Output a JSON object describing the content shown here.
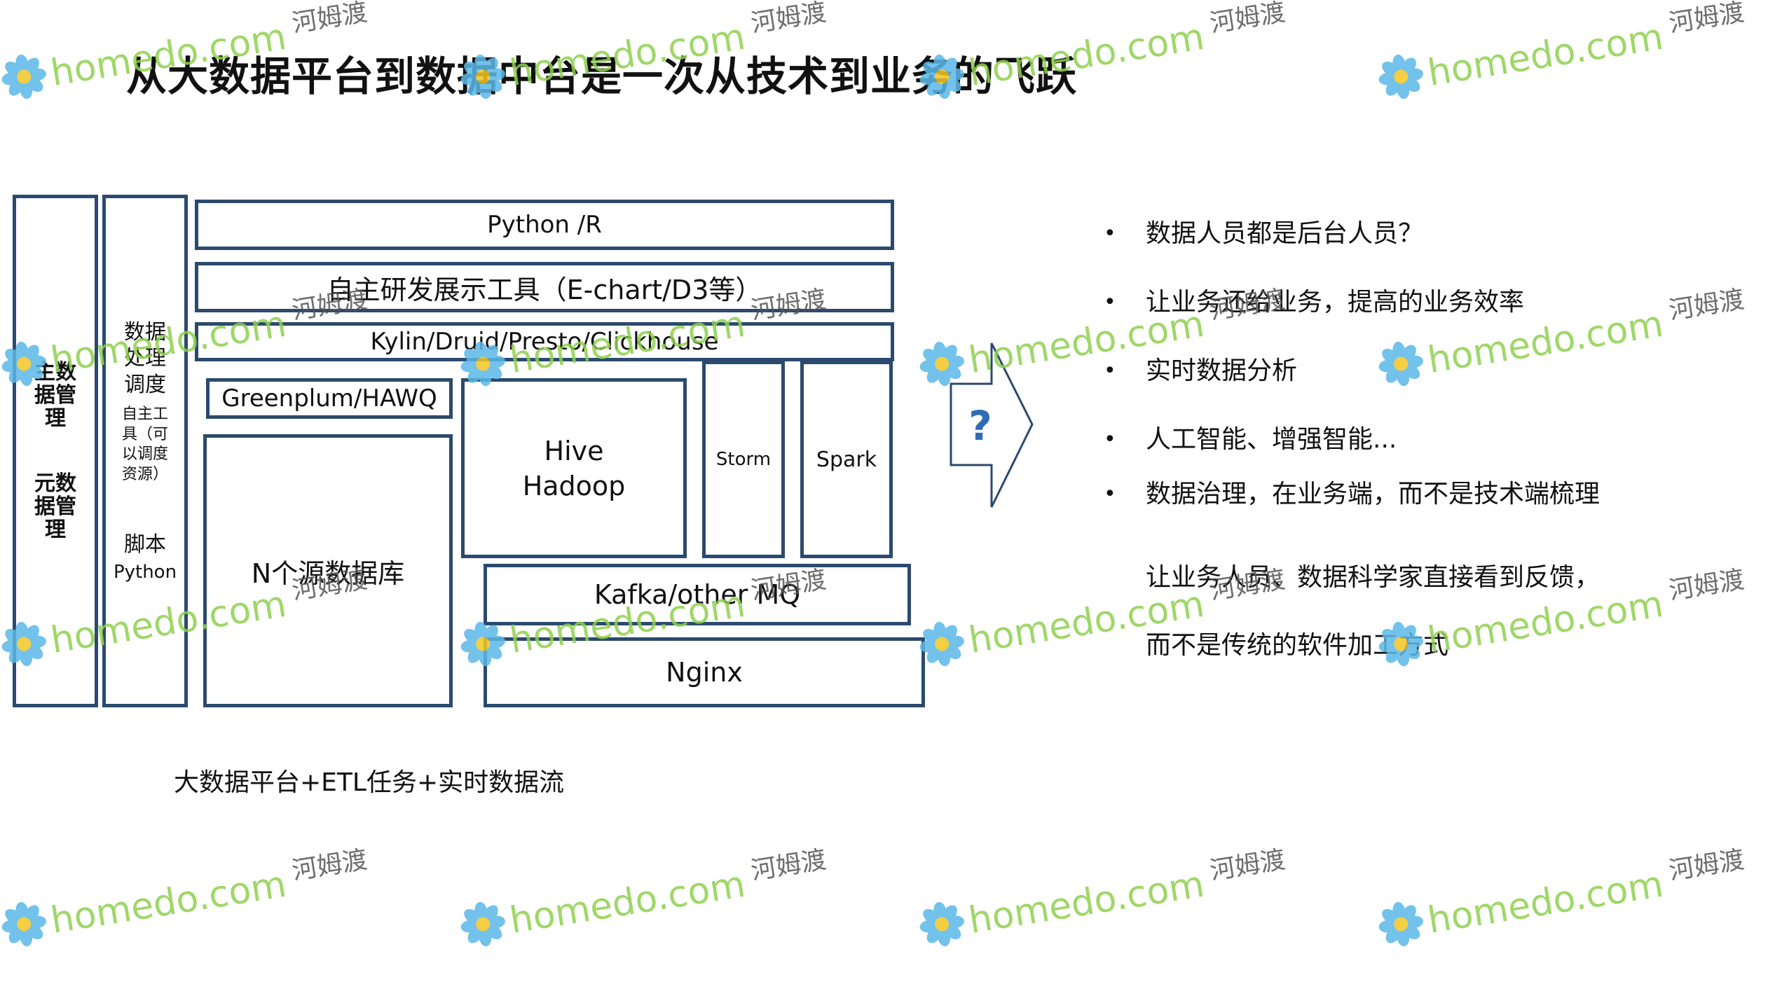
{
  "title": "从大数据平台到数据中台是一次从技术到业务的飞跃",
  "diagram": {
    "col1": {
      "line1": "主数据管理",
      "line2": "元数据管理"
    },
    "col2": {
      "scheduling": "数据处理调度",
      "tools": "自主工具（可以调度资源）",
      "script": "脚本",
      "python": "Python"
    },
    "python_r": "Python /R",
    "self_dev": "自主研发展示工具（E-chart/D3等）",
    "olap": "Kylin/Druid/Presto/Clickhouse",
    "greenplum": "Greenplum/HAWQ",
    "n_sources": "N个源数据库",
    "hive": "Hive",
    "hadoop": "Hadoop",
    "storm": "Storm",
    "spark": "Spark",
    "kafka": "Kafka/other MQ",
    "nginx": "Nginx",
    "caption": "大数据平台+ETL任务+实时数据流",
    "arrow_label": "?"
  },
  "bullets": [
    "数据人员都是后台人员？",
    "让业务还给业务，提高的业务效率",
    "实时数据分析",
    "人工智能、增强智能...",
    "数据治理，在业务端，而不是技术端梳理"
  ],
  "extra_lines": [
    "让业务人员、数据科学家直接看到反馈，",
    "而不是传统的软件加工方式"
  ],
  "watermark": {
    "text": "homedo.com",
    "cn": "河姆渡",
    "color": "#8fd14f"
  },
  "colors": {
    "box_border": "#2c4a6e",
    "arrow_text": "#2e6db4"
  },
  "icons": {
    "arrow": "right-arrow-icon",
    "watermark": "flower-icon"
  }
}
